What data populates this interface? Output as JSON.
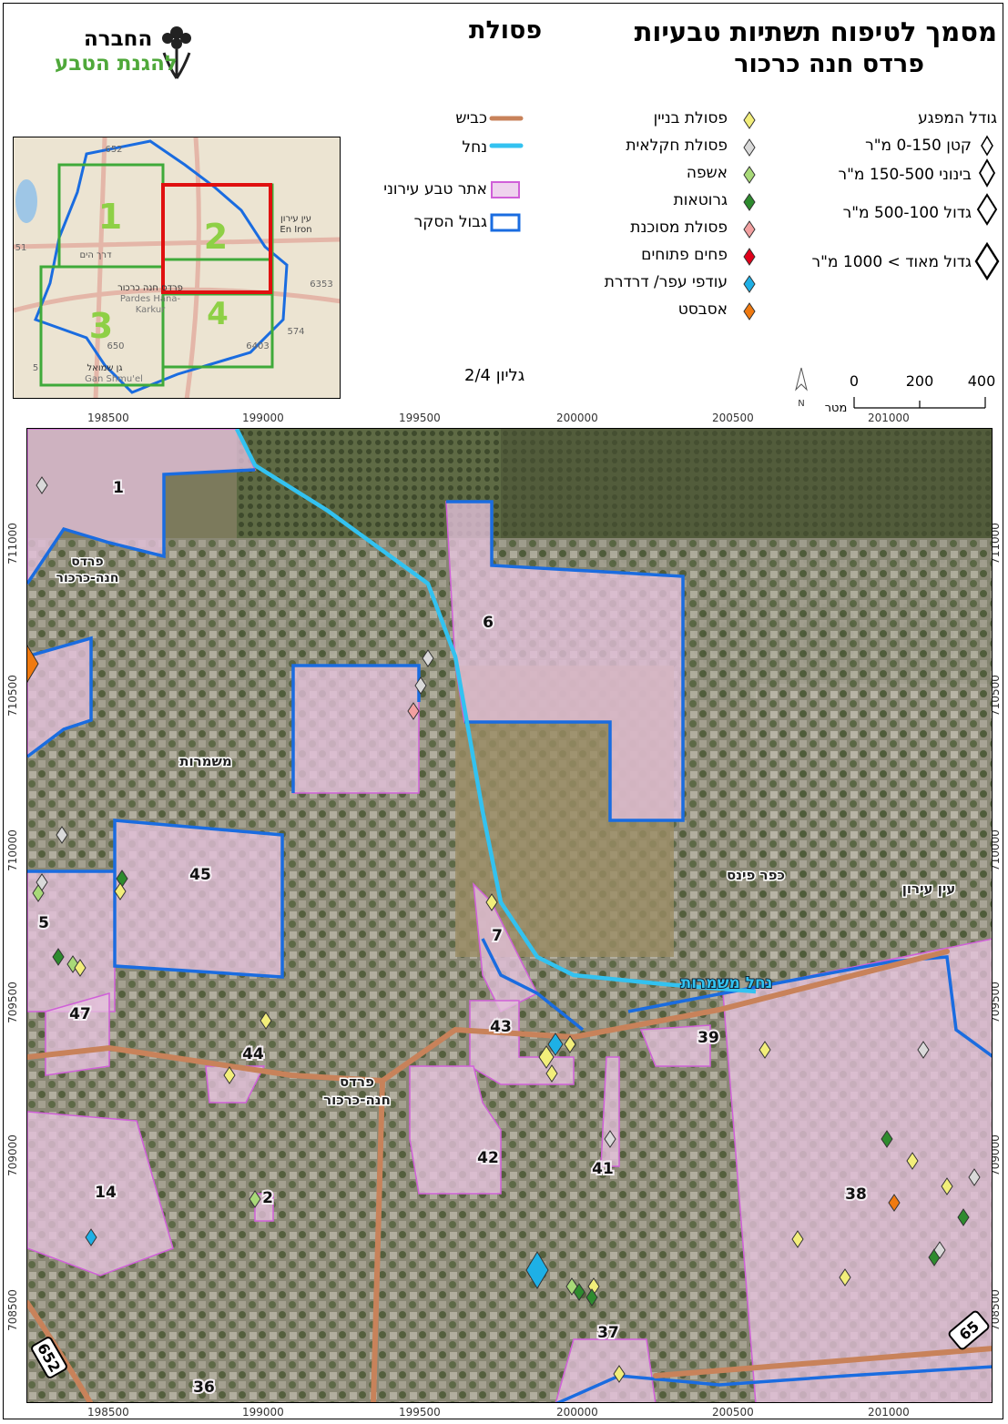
{
  "header": {
    "title_line1": "מסמך לטיפוח תשתיות טבעיות",
    "title_line2": "פרדס חנה כרכור",
    "category": "פסולת",
    "org_line1": "החברה",
    "org_line2": "להגנת הטבע"
  },
  "legend": {
    "size_title": "גודל המפגע",
    "sizes": [
      {
        "label": "קטן 0-150 מ\"ר"
      },
      {
        "label": "בינוני 150-500 מ\"ר"
      },
      {
        "label": "גדול 500-100 מ\"ר"
      },
      {
        "label": "גדול מאוד > 1000 מ\"ר"
      }
    ],
    "types": [
      {
        "label": "פסולת בניין",
        "color": "#f2ee7a"
      },
      {
        "label": "פסולת חקלאית",
        "color": "#d9d9d9"
      },
      {
        "label": "אשפה",
        "color": "#a8d978"
      },
      {
        "label": "גרוטאות",
        "color": "#2e8b2e"
      },
      {
        "label": "פסולת מסוכנת",
        "color": "#f2a0a0"
      },
      {
        "label": "פחים פתוחים",
        "color": "#e0001a"
      },
      {
        "label": "עודפי עפר/ דרדרת",
        "color": "#1eb0e6"
      },
      {
        "label": "אסבסט",
        "color": "#f07a10"
      }
    ],
    "lines": [
      {
        "label": "כביש",
        "color": "#c8825a"
      },
      {
        "label": "נחל",
        "color": "#33c2f0"
      },
      {
        "label": "אתר טבע עירוני",
        "color": "#d060d8"
      },
      {
        "label": "גבול הסקר",
        "color": "#1a6ce0"
      }
    ]
  },
  "sheet_label": "גליון 2/4",
  "scale": {
    "labels": [
      "0",
      "200",
      "400"
    ],
    "unit": "מטר",
    "north": "N"
  },
  "inset": {
    "sections": [
      "1",
      "2",
      "3",
      "4"
    ],
    "labels": [
      "עין עירון",
      "En Iron",
      "דרך הים",
      "פרדס חנה כרכור",
      "Pardes Hana-",
      "Karkur",
      "גן שמואל",
      "Gan Shmu'el"
    ],
    "roads": [
      "652",
      "650",
      "574",
      "6353",
      "6403",
      "51",
      "5"
    ]
  },
  "map": {
    "x_ticks": [
      "198500",
      "199000",
      "199500",
      "200000",
      "200500",
      "201000"
    ],
    "y_ticks": [
      "711000",
      "710500",
      "710000",
      "709500",
      "709000",
      "708500"
    ],
    "places": [
      "פרדס",
      "חנה-כרכור",
      "משמרות",
      "כפר פינס",
      "עין עירון",
      "נחל משמרות",
      "פרדס",
      "חנה-כרכור"
    ],
    "sites": [
      "1",
      "6",
      "45",
      "5",
      "7",
      "47",
      "43",
      "44",
      "39",
      "42",
      "41",
      "14",
      "2",
      "38",
      "37",
      "36"
    ],
    "road_numbers": [
      "652",
      "65"
    ]
  }
}
